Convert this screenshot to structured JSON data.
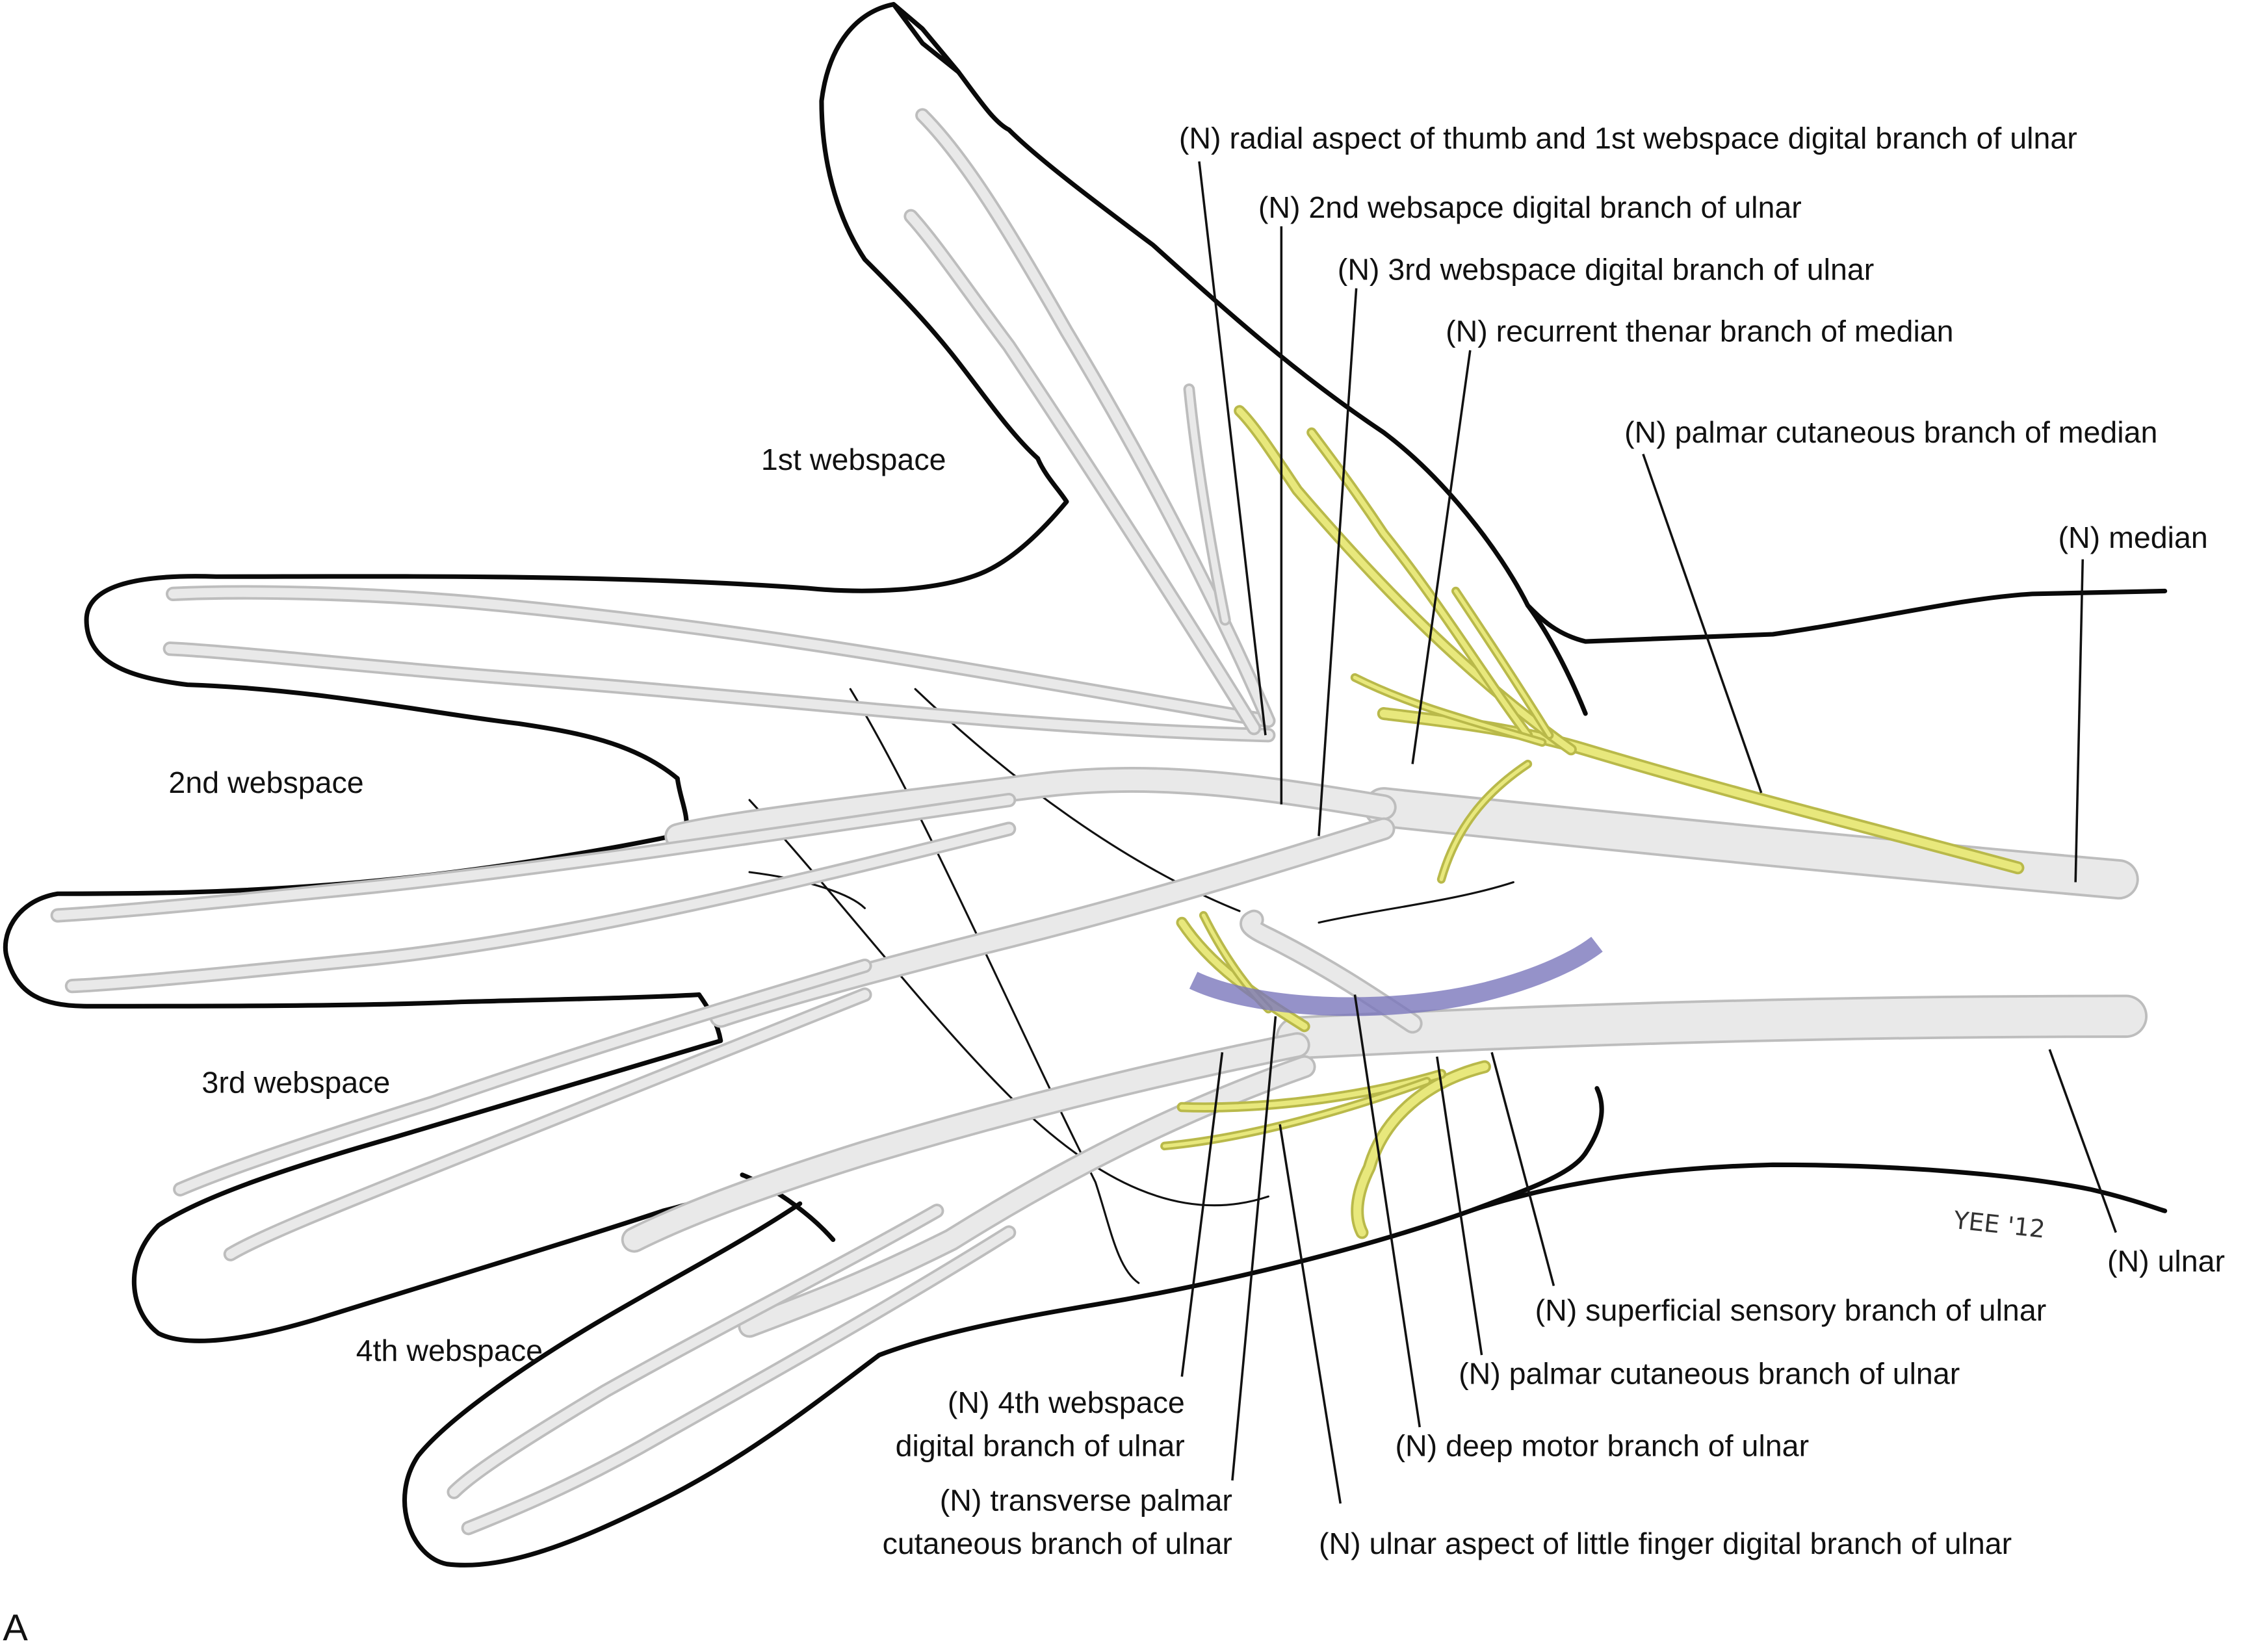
{
  "figure": {
    "panel_letter": "A",
    "signature": "YEE '12",
    "colors": {
      "outline": "#0a0a0a",
      "nerve_gray": "#d4d4d4",
      "nerve_yellow": "#e8e87c",
      "arc_purple": "#7b77bb"
    }
  },
  "webspaces": [
    {
      "id": "ws1",
      "label": "1st webspace"
    },
    {
      "id": "ws2",
      "label": "2nd webspace"
    },
    {
      "id": "ws3",
      "label": "3rd webspace"
    },
    {
      "id": "ws4",
      "label": "4th webspace"
    }
  ],
  "labels": {
    "radial_thumb": "(N) radial aspect of thumb and 1st webspace digital branch of ulnar",
    "ws2_digital": "(N) 2nd websapce digital branch of ulnar",
    "ws3_digital": "(N) 3rd webspace digital branch of ulnar",
    "recurrent_thenar": "(N) recurrent thenar branch of median",
    "palmar_cut_median": "(N) palmar cutaneous branch of median",
    "median": "(N) median",
    "ulnar": "(N) ulnar",
    "superficial_sensory": "(N) superficial sensory branch of ulnar",
    "palmar_cut_ulnar": "(N) palmar cutaneous branch of ulnar",
    "deep_motor": "(N) deep motor branch of ulnar",
    "ws4_digital_line1": "(N) 4th webspace",
    "ws4_digital_line2": "digital branch of ulnar",
    "transverse_line1": "(N) transverse palmar",
    "transverse_line2": "cutaneous branch of ulnar",
    "little_finger": "(N) ulnar aspect of little finger digital branch of ulnar"
  }
}
